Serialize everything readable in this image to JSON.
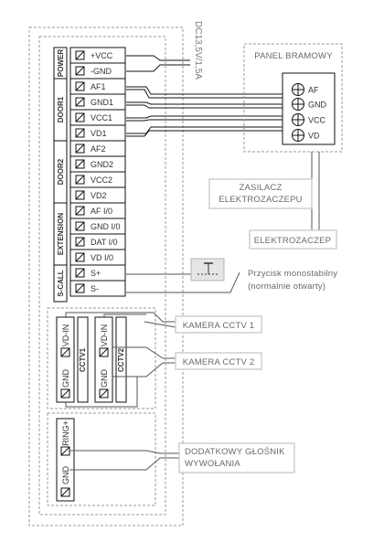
{
  "terminals": [
    {
      "label": "+VCC",
      "group": "POWER"
    },
    {
      "label": "-GND",
      "group": "POWER"
    },
    {
      "label": "AF1",
      "group": "DOOR1"
    },
    {
      "label": "GND1",
      "group": "DOOR1"
    },
    {
      "label": "VCC1",
      "group": "DOOR1"
    },
    {
      "label": "VD1",
      "group": "DOOR1"
    },
    {
      "label": "AF2",
      "group": "DOOR2"
    },
    {
      "label": "GND2",
      "group": "DOOR2"
    },
    {
      "label": "VCC2",
      "group": "DOOR2"
    },
    {
      "label": "VD2",
      "group": "DOOR2"
    },
    {
      "label": "AF I/0",
      "group": "EXTENSION"
    },
    {
      "label": "GND I/0",
      "group": "EXTENSION"
    },
    {
      "label": "DAT I/0",
      "group": "EXTENSION"
    },
    {
      "label": "VD I/0",
      "group": "EXTENSION"
    },
    {
      "label": "S+",
      "group": "S-CALL"
    },
    {
      "label": "S-",
      "group": "S-CALL"
    }
  ],
  "groups": {
    "power": "POWER",
    "door1": "DOOR1",
    "door2": "DOOR2",
    "extension": "EXTENSION",
    "scall": "S-CALL"
  },
  "power_supply_label": "DC13,5V/1,5A",
  "gate_panel": {
    "title": "PANEL BRAMOWY",
    "terminals": [
      "AF",
      "GND",
      "VCC",
      "VD"
    ]
  },
  "lock_supply": {
    "line1": "ZASILACZ",
    "line2": "ELEKTROZACZEPU"
  },
  "door_lock": "ELEKTROZACZEP",
  "push_button": {
    "line1": "Przycisk monostabilny",
    "line2": "(normalnie otwarty)"
  },
  "cctv": {
    "module1": "CCTV1",
    "module2": "CCTV2",
    "vd_in": "VD-IN",
    "gnd": "GND",
    "camera1": "KAMERA CCTV 1",
    "camera2": "KAMERA CCTV 2"
  },
  "speaker": {
    "ring_label": "RING+",
    "gnd_label": "GND",
    "line1": "DODATKOWY GŁOŚNIK",
    "line2": "WYWOŁANIA"
  }
}
